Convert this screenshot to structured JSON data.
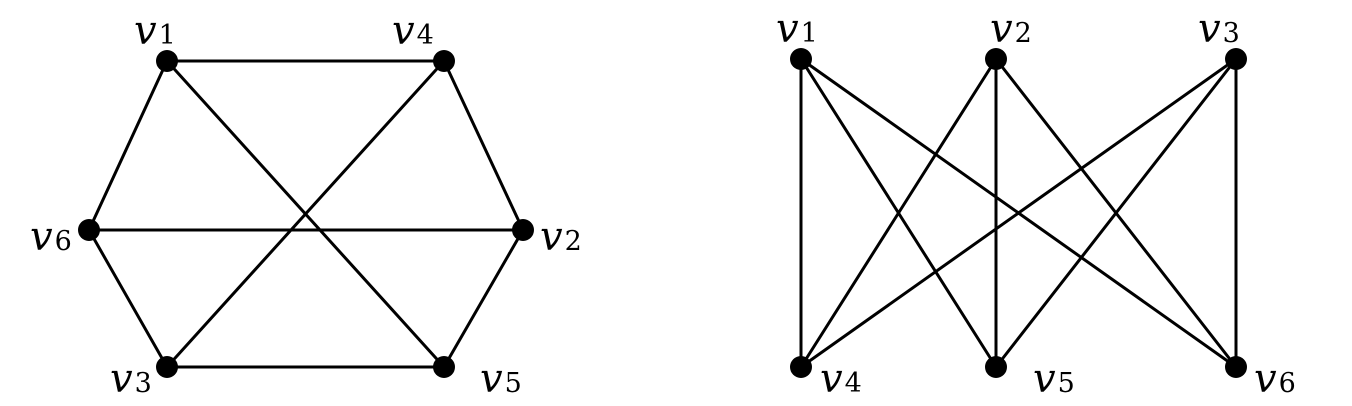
{
  "graphs": [
    {
      "vertices": [
        {
          "letter": "v",
          "sub": "1"
        },
        {
          "letter": "v",
          "sub": "4"
        },
        {
          "letter": "v",
          "sub": "2"
        },
        {
          "letter": "v",
          "sub": "5"
        },
        {
          "letter": "v",
          "sub": "3"
        },
        {
          "letter": "v",
          "sub": "6"
        }
      ],
      "edges": [
        [
          "v1",
          "v4"
        ],
        [
          "v4",
          "v2"
        ],
        [
          "v2",
          "v5"
        ],
        [
          "v5",
          "v3"
        ],
        [
          "v3",
          "v6"
        ],
        [
          "v6",
          "v1"
        ],
        [
          "v1",
          "v5"
        ],
        [
          "v4",
          "v3"
        ],
        [
          "v6",
          "v2"
        ]
      ]
    },
    {
      "vertices": [
        {
          "letter": "v",
          "sub": "1"
        },
        {
          "letter": "v",
          "sub": "2"
        },
        {
          "letter": "v",
          "sub": "3"
        },
        {
          "letter": "v",
          "sub": "4"
        },
        {
          "letter": "v",
          "sub": "5"
        },
        {
          "letter": "v",
          "sub": "6"
        }
      ],
      "edges": [
        [
          "v1",
          "v4"
        ],
        [
          "v1",
          "v5"
        ],
        [
          "v1",
          "v6"
        ],
        [
          "v2",
          "v4"
        ],
        [
          "v2",
          "v5"
        ],
        [
          "v2",
          "v6"
        ],
        [
          "v3",
          "v4"
        ],
        [
          "v3",
          "v5"
        ],
        [
          "v3",
          "v6"
        ]
      ]
    }
  ]
}
